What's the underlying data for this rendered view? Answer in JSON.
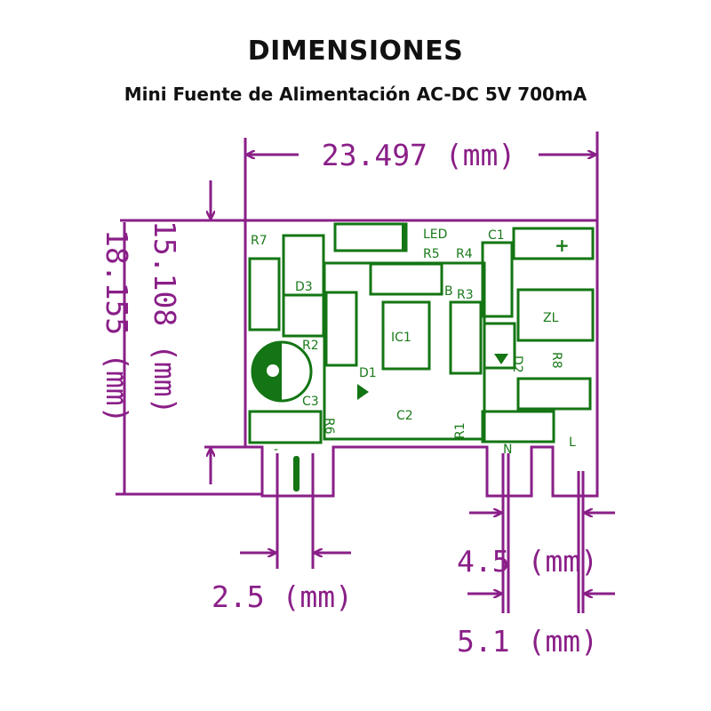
{
  "title": "DIMENSIONES",
  "subtitle": "Mini Fuente de Alimentación AC-DC 5V 700mA",
  "dimensions": {
    "width": "23.497 (mm)",
    "height_board": "15.108 (mm)",
    "height_total": "18.155 (mm)",
    "pin_spacing_dc": "2.5 (mm)",
    "pin_width": "4.5 (mm)",
    "pin_spacing_ac": "5.1 (mm)"
  },
  "components": {
    "r7": "R7",
    "led": "LED",
    "c1": "C1",
    "r5": "R5",
    "r4": "R4",
    "d3": "D3",
    "b": "B",
    "r3": "R3",
    "zl": "ZL",
    "ic1": "IC1",
    "r2": "R2",
    "d1": "D1",
    "d2": "D2",
    "r8": "R8",
    "c3": "C3",
    "c2": "C2",
    "r6": "R6",
    "r1": "R1",
    "n": "N",
    "l": "L",
    "plus": "+",
    "minus": "-"
  },
  "colors": {
    "dimension": "#8a1f88",
    "silkscreen": "#137513"
  }
}
